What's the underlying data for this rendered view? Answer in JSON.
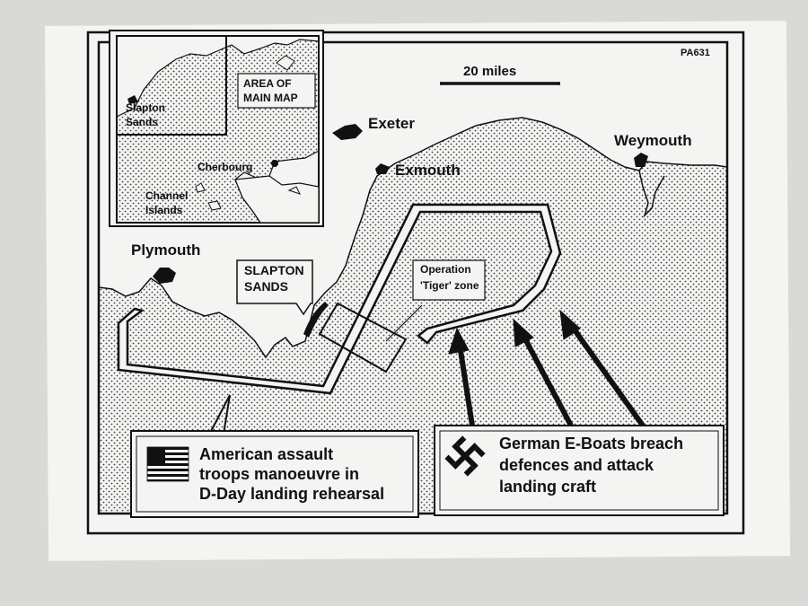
{
  "map": {
    "ref_code": "PA631",
    "scale_label": "20 miles",
    "places": {
      "exeter": "Exeter",
      "exmouth": "Exmouth",
      "weymouth": "Weymouth",
      "plymouth": "Plymouth"
    },
    "slapton_callout": [
      "SLAPTON",
      "SANDS"
    ],
    "tiger_zone": [
      "Operation",
      "'Tiger' zone"
    ],
    "inset": {
      "slapton": [
        "Slapton",
        "Sands"
      ],
      "cherbourg": "Cherbourg",
      "channel_islands": [
        "Channel",
        "Islands"
      ],
      "area_label": [
        "AREA OF",
        "MAIN MAP"
      ]
    },
    "legend_american": [
      "American assault",
      "troops manoeuvre in",
      "D-Day landing rehearsal"
    ],
    "legend_german": [
      "German E-Boats breach",
      "defences and attack",
      "landing craft"
    ]
  },
  "colors": {
    "paper": "#f4f4f2",
    "ink": "#111111",
    "sea_dots": "#3a3a3a",
    "background": "#d9d9d6"
  },
  "icons": [
    "us-flag-icon",
    "swastika-icon",
    "town-marker-icon",
    "arrow-icon"
  ]
}
